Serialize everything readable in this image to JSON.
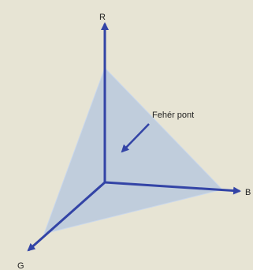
{
  "axes": {
    "r_label": "R",
    "g_label": "G",
    "b_label": "B"
  },
  "annotation": {
    "text": "Fehér pont"
  },
  "colors": {
    "background": "#e7e4d4",
    "axis": "#3344a6",
    "plane_fill": "#a8bfe0",
    "plane_edge": "#c9d7ec",
    "label": "#222222"
  }
}
